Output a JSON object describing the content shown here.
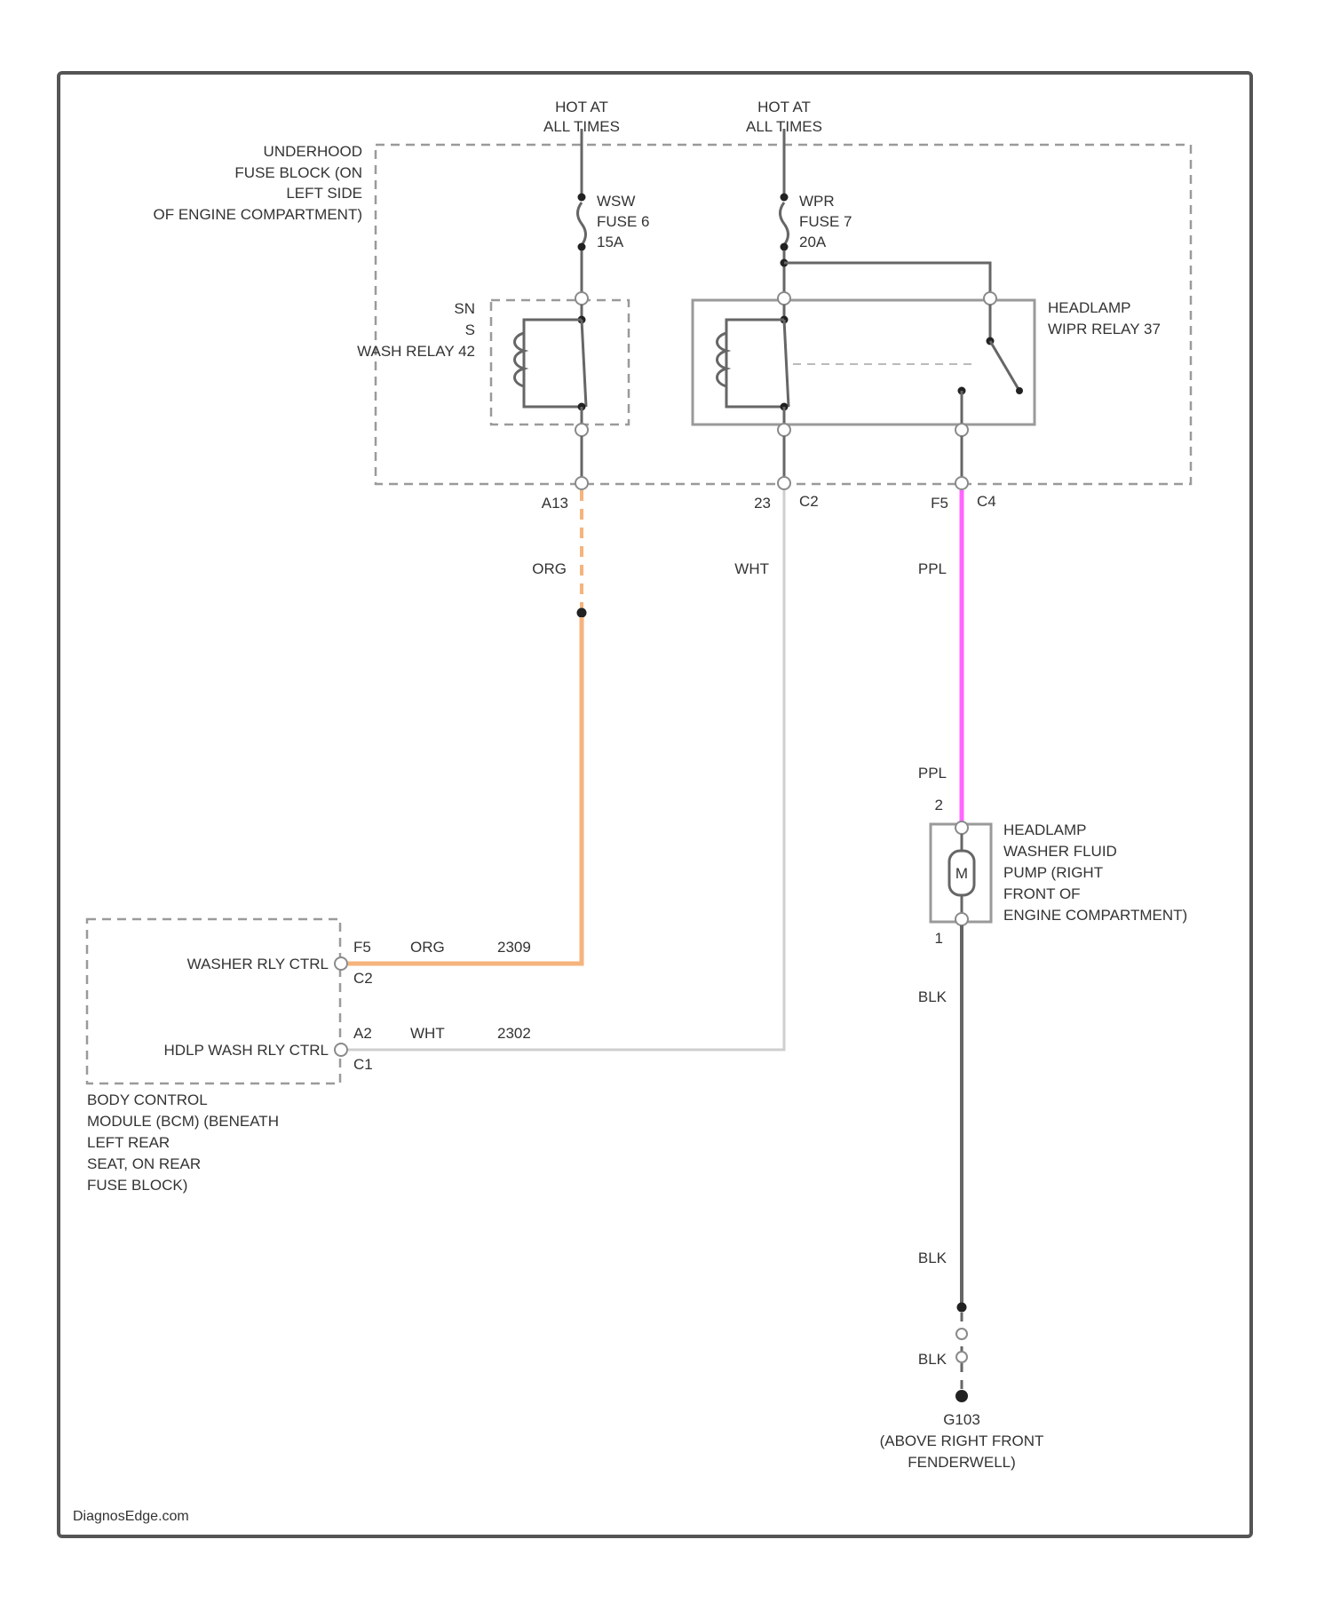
{
  "colors": {
    "orange_wire": "#f6b37c",
    "pink_wire": "#ff66ff",
    "white_wire": "#cfcfcf",
    "black_wire": "#666666",
    "frame": "#555555",
    "dashed_box": "#9a9a9a"
  },
  "sources": {
    "hot_left": [
      "HOT AT",
      "ALL TIMES"
    ],
    "hot_right": [
      "HOT AT",
      "ALL TIMES"
    ]
  },
  "fuse_block": {
    "label": [
      "UNDERHOOD",
      "FUSE BLOCK (ON",
      "LEFT SIDE",
      "OF ENGINE COMPARTMENT)"
    ]
  },
  "fuses": {
    "left": [
      "WSW",
      "FUSE 6",
      "15A"
    ],
    "right": [
      "WPR",
      "FUSE 7",
      "20A"
    ]
  },
  "relays": {
    "wash": [
      "SN",
      "S",
      "WASH RELAY 42"
    ],
    "headlamp_wiper": [
      "HEADLAMP",
      "WIPR RELAY 37"
    ]
  },
  "connectors": {
    "left_pin": "A13",
    "mid_pin": "23",
    "mid_conn": "C2",
    "right_pin": "F5",
    "right_conn": "C4"
  },
  "wire_labels": {
    "org_top": "ORG",
    "wht_top": "WHT",
    "ppl_top": "PPL",
    "ppl_bottom": "PPL",
    "blk_1": "BLK",
    "blk_2": "BLK",
    "blk_3": "BLK"
  },
  "pump": {
    "pin_top": "2",
    "pin_bottom": "1",
    "symbol": "M",
    "label": [
      "HEADLAMP",
      "WASHER FLUID",
      "PUMP (RIGHT",
      "FRONT OF",
      "ENGINE COMPARTMENT)"
    ]
  },
  "bcm": {
    "washer_ctrl": "WASHER RLY CTRL",
    "hdlp_ctrl": "HDLP WASH RLY CTRL",
    "washer_pin": "F5",
    "washer_conn": "C2",
    "washer_wire_color": "ORG",
    "washer_circuit": "2309",
    "hdlp_pin": "A2",
    "hdlp_conn": "C1",
    "hdlp_wire_color": "WHT",
    "hdlp_circuit": "2302",
    "label": [
      "BODY CONTROL",
      "MODULE (BCM) (BENEATH",
      "LEFT REAR",
      "SEAT, ON REAR",
      "FUSE BLOCK)"
    ]
  },
  "ground": {
    "label": [
      "G103",
      "(ABOVE RIGHT FRONT",
      "FENDERWELL)"
    ]
  },
  "footer": "DiagnosEdge.com"
}
